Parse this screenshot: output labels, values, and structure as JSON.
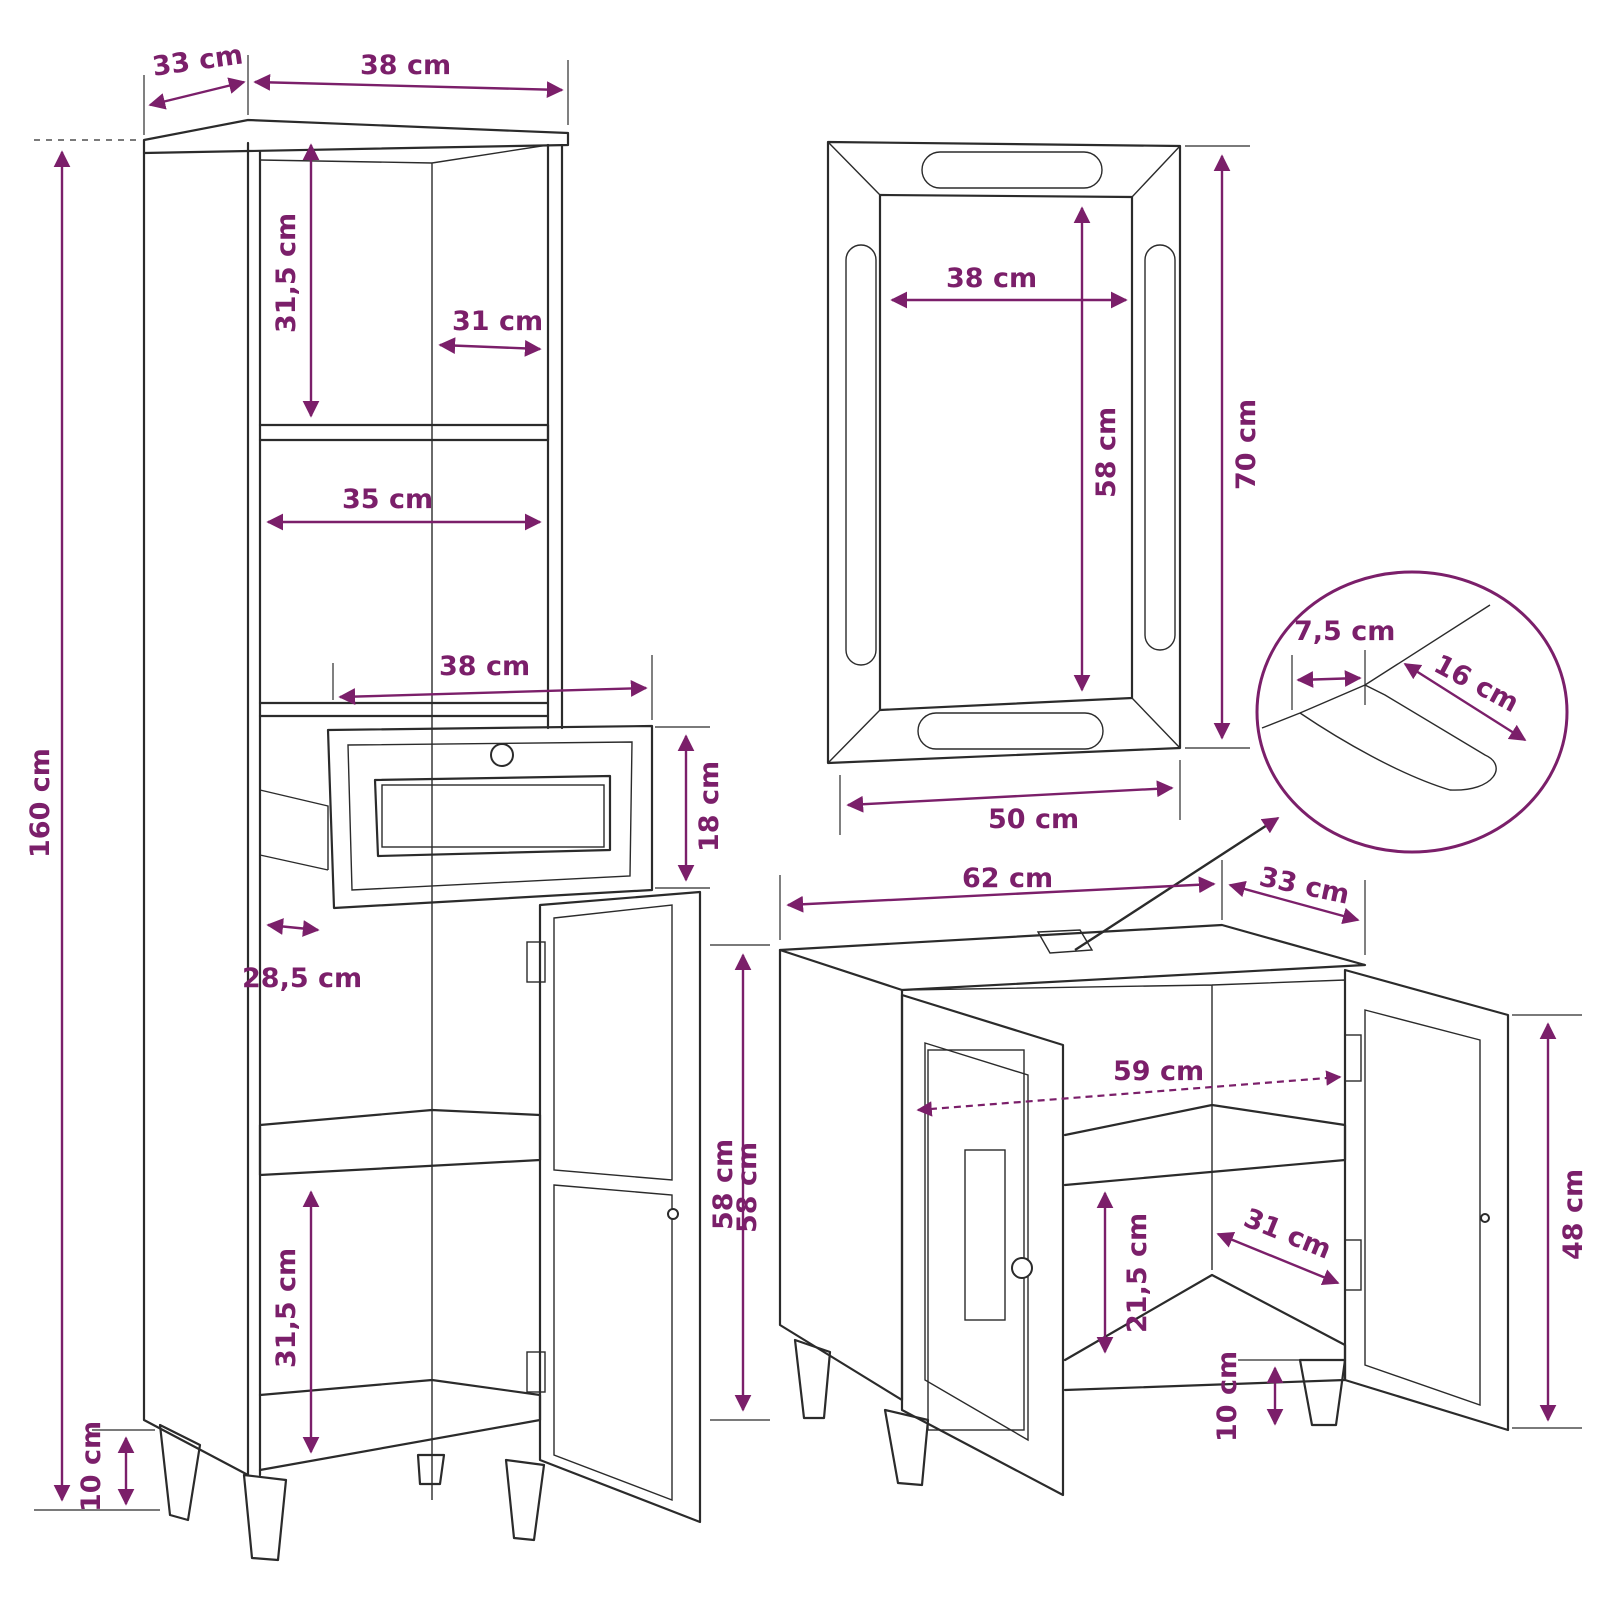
{
  "colors": {
    "dimension": "#7b1f6a",
    "outline": "#2b2b2b",
    "background": "#ffffff"
  },
  "tall_cabinet": {
    "depth": "33 cm",
    "width_top": "38 cm",
    "height_total": "160 cm",
    "shelf_height_top": "31,5 cm",
    "inner_depth_top": "31 cm",
    "inner_width": "35 cm",
    "drawer_width": "38 cm",
    "drawer_height": "18 cm",
    "drawer_depth": "28,5 cm",
    "shelf_height_bottom": "31,5 cm",
    "door_height": "58 cm",
    "leg_height": "10 cm"
  },
  "mirror": {
    "inner_width": "38 cm",
    "inner_height": "58 cm",
    "outer_height": "70 cm",
    "outer_width": "50 cm"
  },
  "cutout_detail": {
    "depth": "7,5 cm",
    "width": "16 cm"
  },
  "sink_cabinet": {
    "width": "62 cm",
    "depth": "33 cm",
    "height": "58 cm",
    "inner_width": "59 cm",
    "shelf_height": "21,5 cm",
    "inner_depth": "31 cm",
    "door_height": "48 cm",
    "leg_height": "10 cm"
  }
}
